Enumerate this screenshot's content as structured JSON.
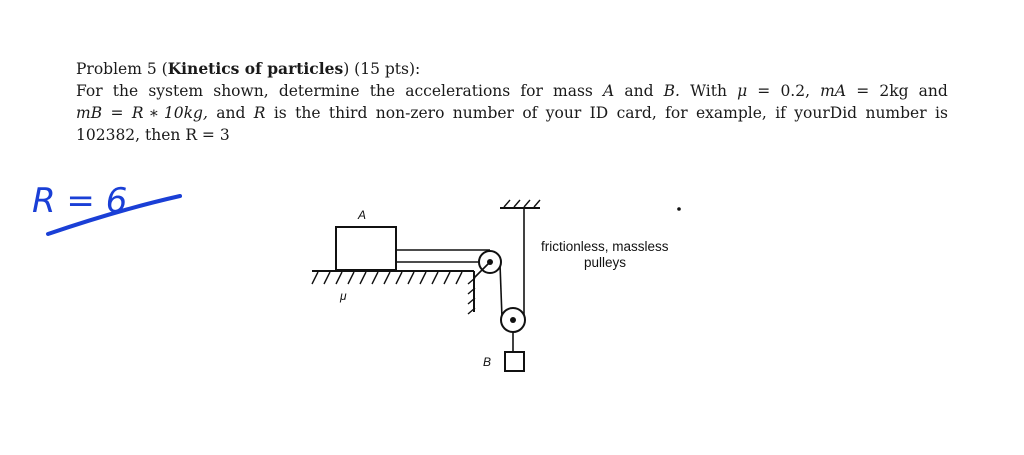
{
  "problem": {
    "line1": {
      "prefix": "Problem 5 (",
      "topic": "Kinetics of particles",
      "suffix": ") (15 pts):"
    },
    "line2": [
      "For",
      "the",
      "system",
      "shown,",
      "determine",
      "the",
      "accelerations",
      "for",
      "mass",
      "A",
      "and",
      "B.",
      "With",
      "μ",
      "=",
      "0.2,",
      "mA",
      "=",
      "2kg",
      "and"
    ],
    "line3": [
      "mB",
      "=",
      "R ∗ 10kg,",
      "and",
      "R",
      "is",
      "the",
      "third",
      "non-zero",
      "number",
      "of",
      "your",
      "ID",
      "card,",
      "for",
      "example,",
      "if",
      "yourDid",
      "number",
      "is"
    ],
    "line4": "102382, then R = 3"
  },
  "handwritten_note": "R = 6",
  "diagram": {
    "label_a": "A",
    "label_b": "B",
    "label_mu": "μ",
    "caption_line1": "frictionless, massless",
    "caption_line2": "pulleys"
  },
  "colors": {
    "ink": "#111111",
    "handwriting": "#1a3fd6"
  }
}
